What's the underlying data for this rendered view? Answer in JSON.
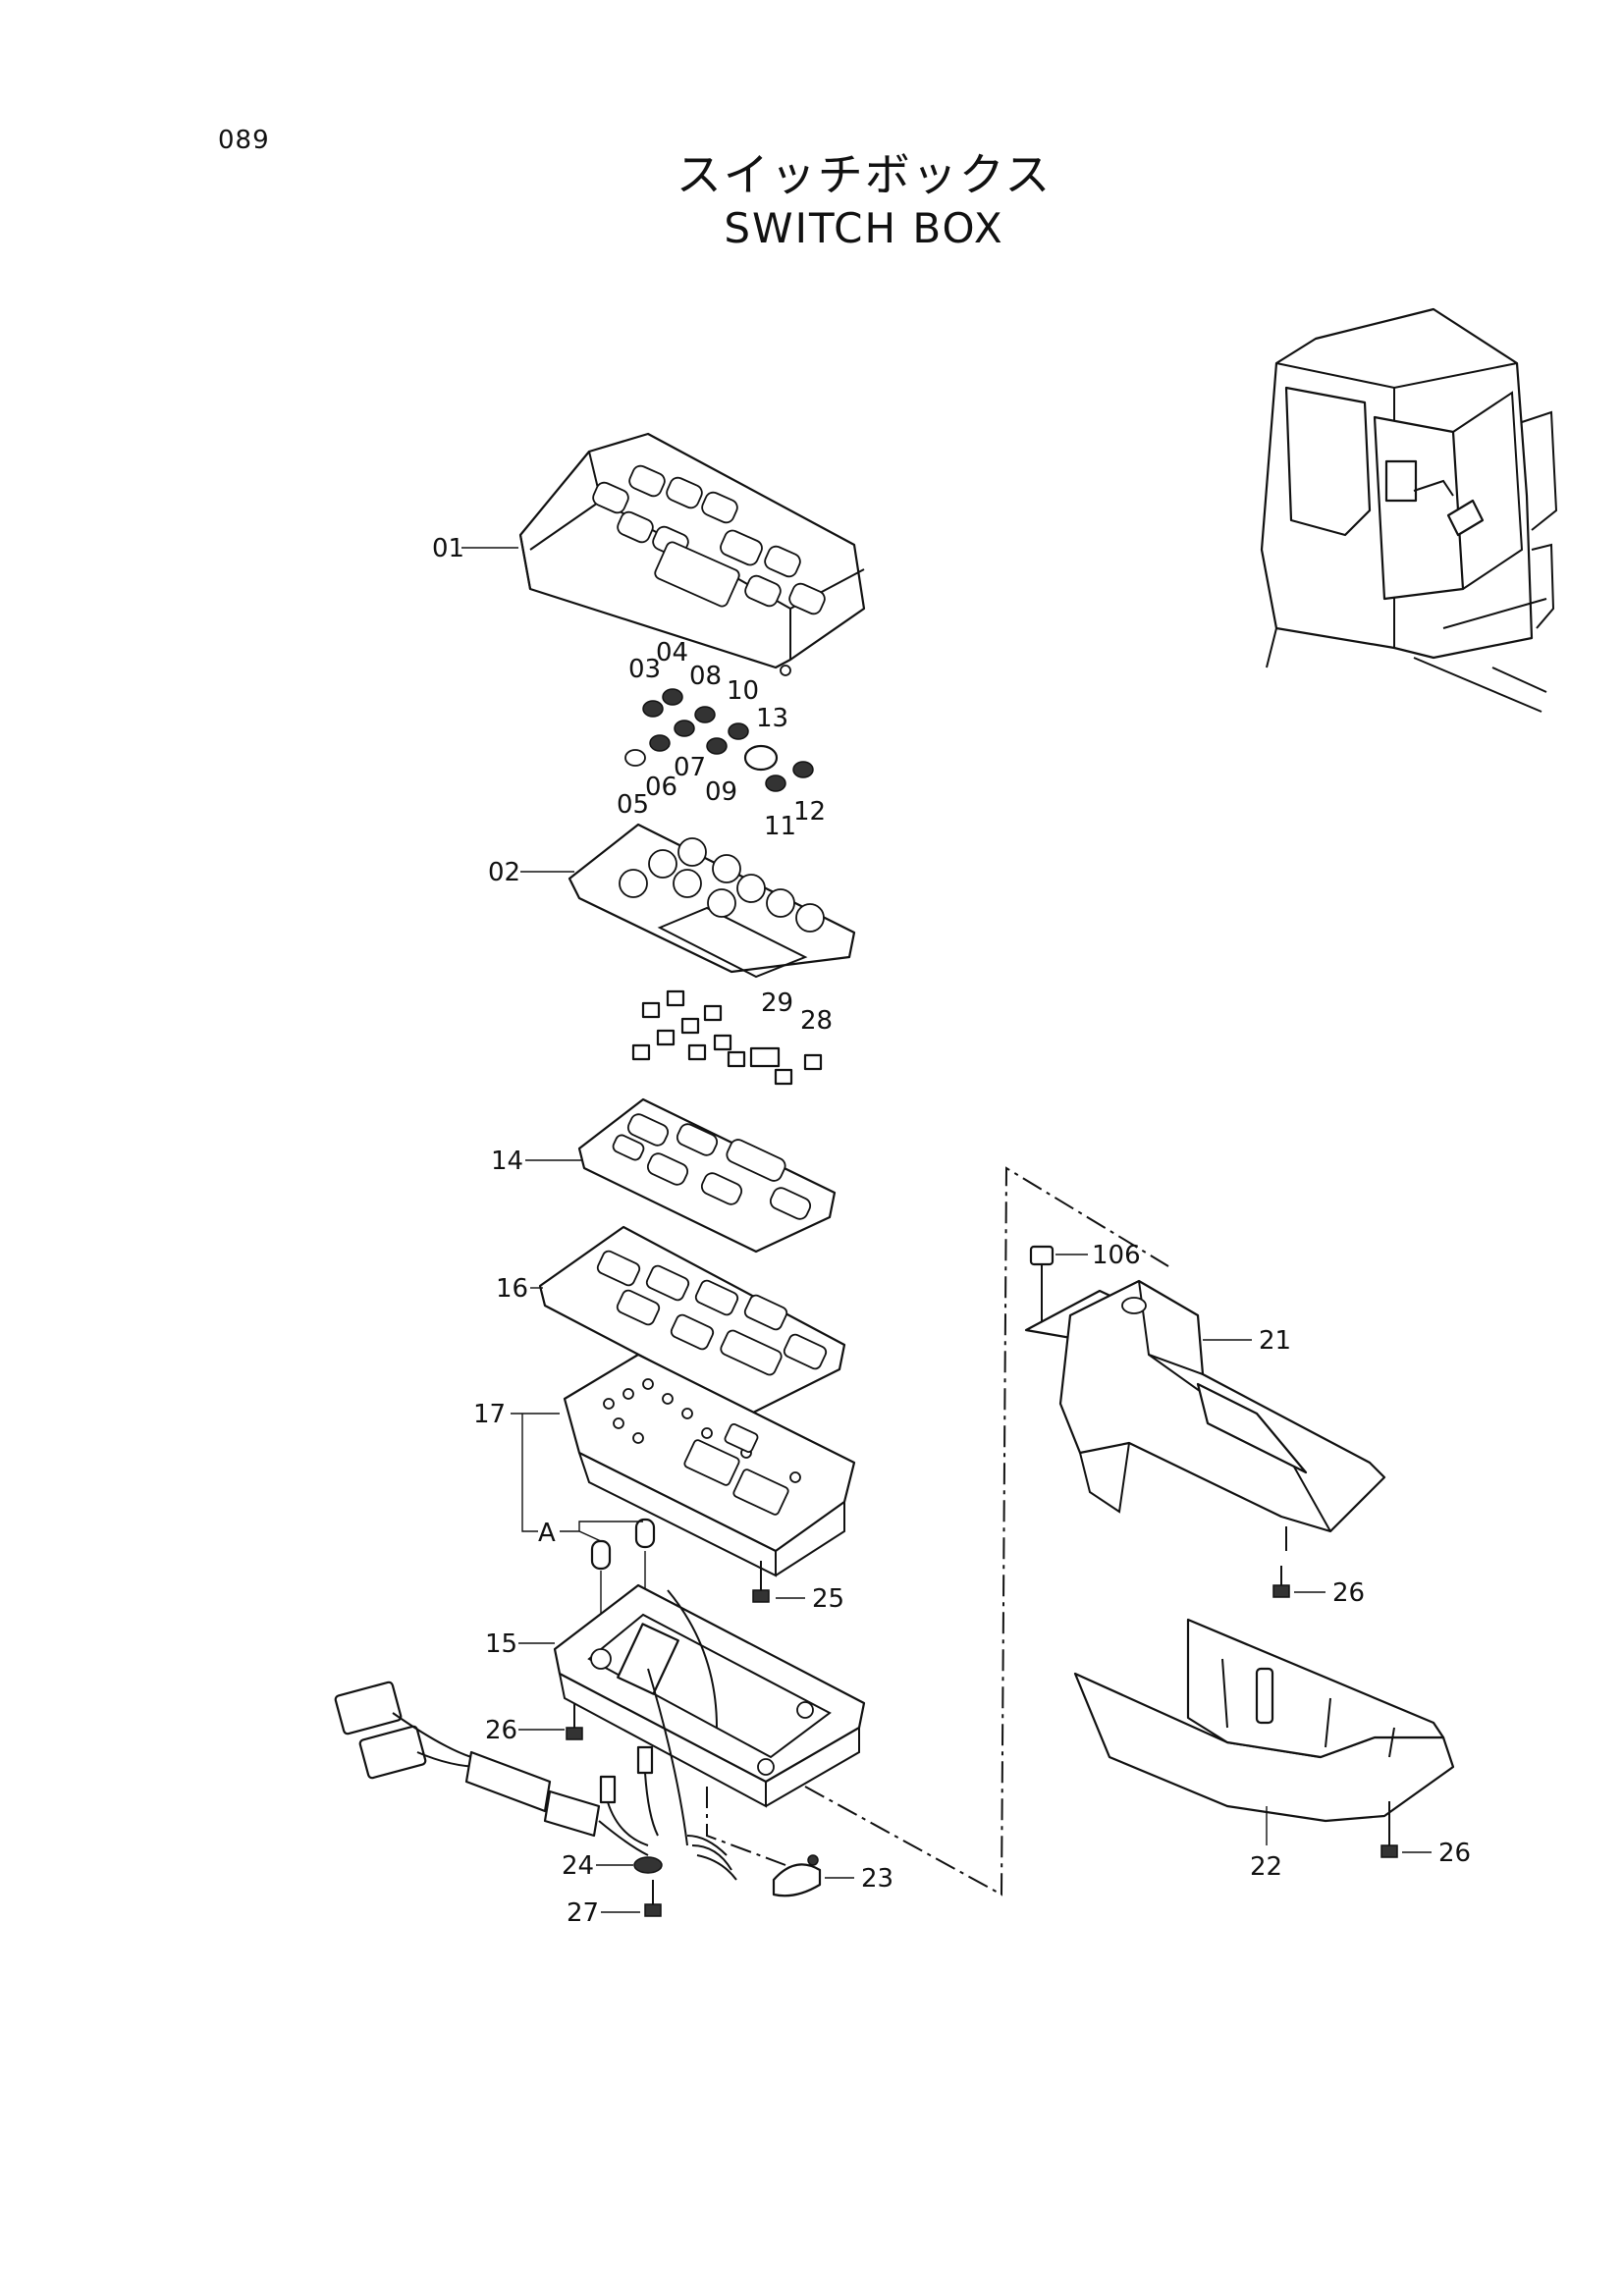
{
  "page_number": "089",
  "title_jp": "スイッチボックス",
  "title_en": "SWITCH BOX",
  "callouts": [
    "01",
    "02",
    "03",
    "04",
    "05",
    "06",
    "07",
    "08",
    "09",
    "10",
    "11",
    "12",
    "13",
    "14",
    "15",
    "16",
    "17",
    "A",
    "21",
    "22",
    "23",
    "24",
    "25",
    "26",
    "27",
    "28",
    "29",
    "106"
  ]
}
